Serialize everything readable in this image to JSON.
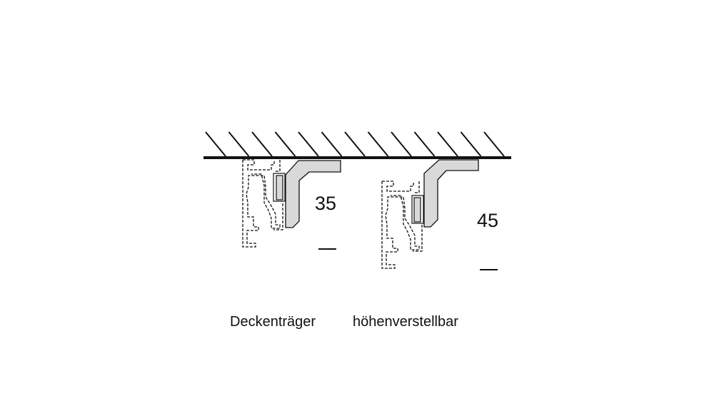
{
  "diagram": {
    "variants": [
      {
        "dimension": "35",
        "caption": "Deckenträger"
      },
      {
        "dimension": "45",
        "caption": "höhenverstellbar"
      }
    ],
    "colors": {
      "bracket_fill": "#d9d9d9",
      "line": "#111111"
    }
  }
}
